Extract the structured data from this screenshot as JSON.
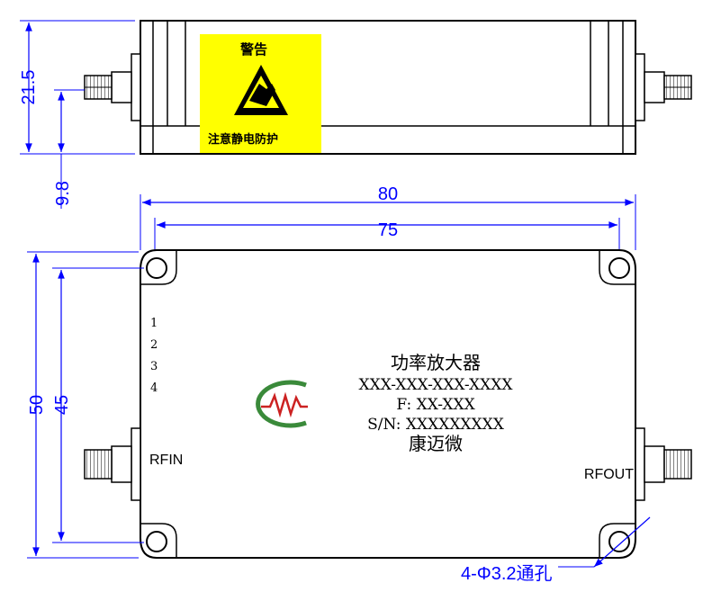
{
  "side_view": {
    "warning_title": "警告",
    "warning_text": "注意静电防护",
    "warning_color": "#ffff00",
    "dims": {
      "height": "21.5",
      "port_height": "9.8"
    }
  },
  "top_view": {
    "dims": {
      "length": "80",
      "hole_spacing_x": "75",
      "width": "50",
      "hole_spacing_y": "45"
    },
    "pins": [
      "1",
      "2",
      "3",
      "4"
    ],
    "label": {
      "name": "功率放大器",
      "part_number": "XXX-XXX-XXX-XXXX",
      "freq": "F: XX-XXX",
      "serial": "S/N: XXXXXXXXX",
      "maker": "康迈微"
    },
    "ports": {
      "input": "RFIN",
      "output": "RFOUT"
    },
    "hole_note": "4-Φ3.2通孔"
  },
  "colors": {
    "dimension": "#0000ff",
    "outline": "#000000",
    "logo_red": "#cc2222",
    "logo_green": "#3a8a3a"
  }
}
